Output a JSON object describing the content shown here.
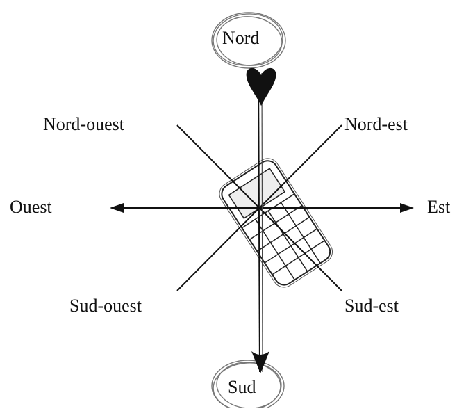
{
  "compass": {
    "north": "Nord",
    "south": "Sud",
    "east": "Est",
    "west": "Ouest",
    "northeast": "Nord-est",
    "northwest": "Nord-ouest",
    "southeast": "Sud-est",
    "southwest": "Sud-ouest"
  }
}
